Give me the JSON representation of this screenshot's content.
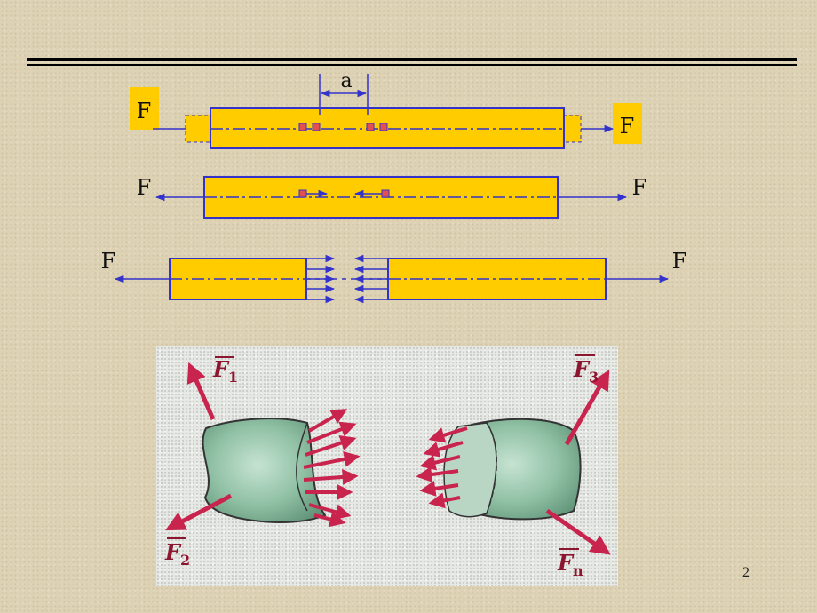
{
  "diagram": {
    "top_bar": {
      "left_force": "F",
      "right_force": "F",
      "gauge_length": "a"
    },
    "middle_bar": {
      "left_force": "F",
      "right_force": "F"
    },
    "split_bar": {
      "left_force": "F",
      "right_force": "F"
    }
  },
  "photo": {
    "force_1": {
      "letter": "F",
      "sub": "1"
    },
    "force_2": {
      "letter": "F",
      "sub": "2"
    },
    "force_3": {
      "letter": "F",
      "sub": "3"
    },
    "force_n": {
      "letter": "F",
      "sub": "n"
    }
  },
  "colors": {
    "bar_fill": "#ffcc00",
    "outline": "#3333cc",
    "arrow": "#c8244e",
    "rock": "#8fc0a4"
  },
  "page_number": "2"
}
